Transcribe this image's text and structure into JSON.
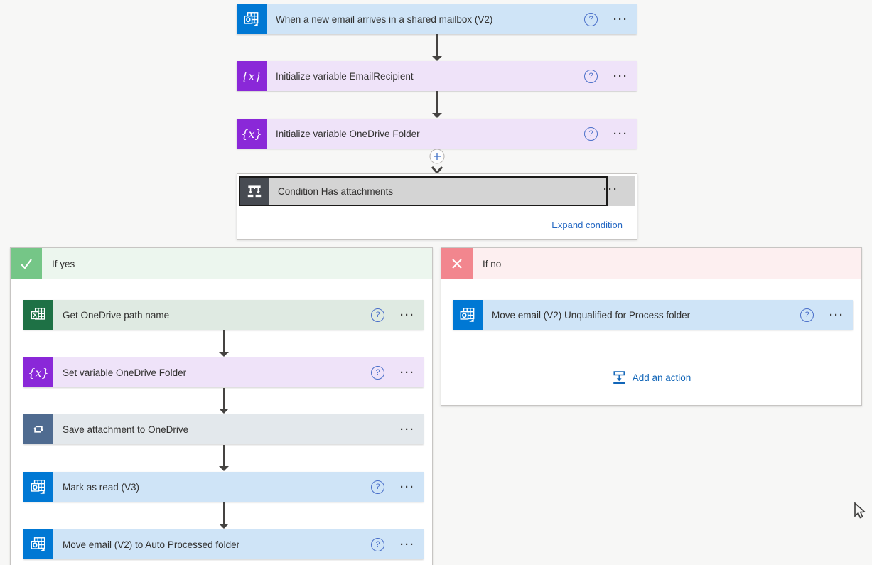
{
  "flow": {
    "trigger": {
      "label": "When a new email arrives in a shared mailbox (V2)",
      "connector": "office365-outlook"
    },
    "actions": [
      {
        "label": "Initialize variable EmailRecipient",
        "connector": "variables"
      },
      {
        "label": "Initialize variable OneDrive Folder",
        "connector": "variables"
      }
    ],
    "condition": {
      "label": "Condition Has attachments",
      "expand_link": "Expand condition",
      "selected": true
    },
    "branch_yes": {
      "label": "If yes",
      "actions": [
        {
          "label": "Get OneDrive path name",
          "connector": "excel"
        },
        {
          "label": "Set variable OneDrive Folder",
          "connector": "variables"
        },
        {
          "label": "Save attachment to OneDrive",
          "connector": "control-loop"
        },
        {
          "label": "Mark as read (V3)",
          "connector": "office365-outlook"
        },
        {
          "label": "Move email (V2) to Auto Processed folder",
          "connector": "office365-outlook"
        }
      ]
    },
    "branch_no": {
      "label": "If no",
      "actions": [
        {
          "label": "Move email (V2) Unqualified for Process folder",
          "connector": "office365-outlook"
        }
      ],
      "add_action_label": "Add an action"
    }
  },
  "icons": {
    "more": "···",
    "help": "?",
    "variable_glyph": "{x}"
  },
  "colors": {
    "canvas_bg": "#f7f7f6",
    "outlook_blue": "#0078d4",
    "outlook_row_bg": "#cfe4f7",
    "variable_purple": "#8a28d8",
    "variable_row_bg": "#efe3f9",
    "excel_green": "#1e7145",
    "excel_row_bg": "#dfeae2",
    "loop_slate": "#4f6b90",
    "loop_row_bg": "#e3e8ec",
    "condition_icon_bg": "#474b52",
    "condition_header_bg": "#d4d4d4",
    "if_yes_green": "#75c687",
    "if_yes_header_bg": "#ecf6ee",
    "if_no_red": "#f2868e",
    "if_no_header_bg": "#fdeff0",
    "link_blue": "#2266c2",
    "arrow_gray": "#454341"
  }
}
